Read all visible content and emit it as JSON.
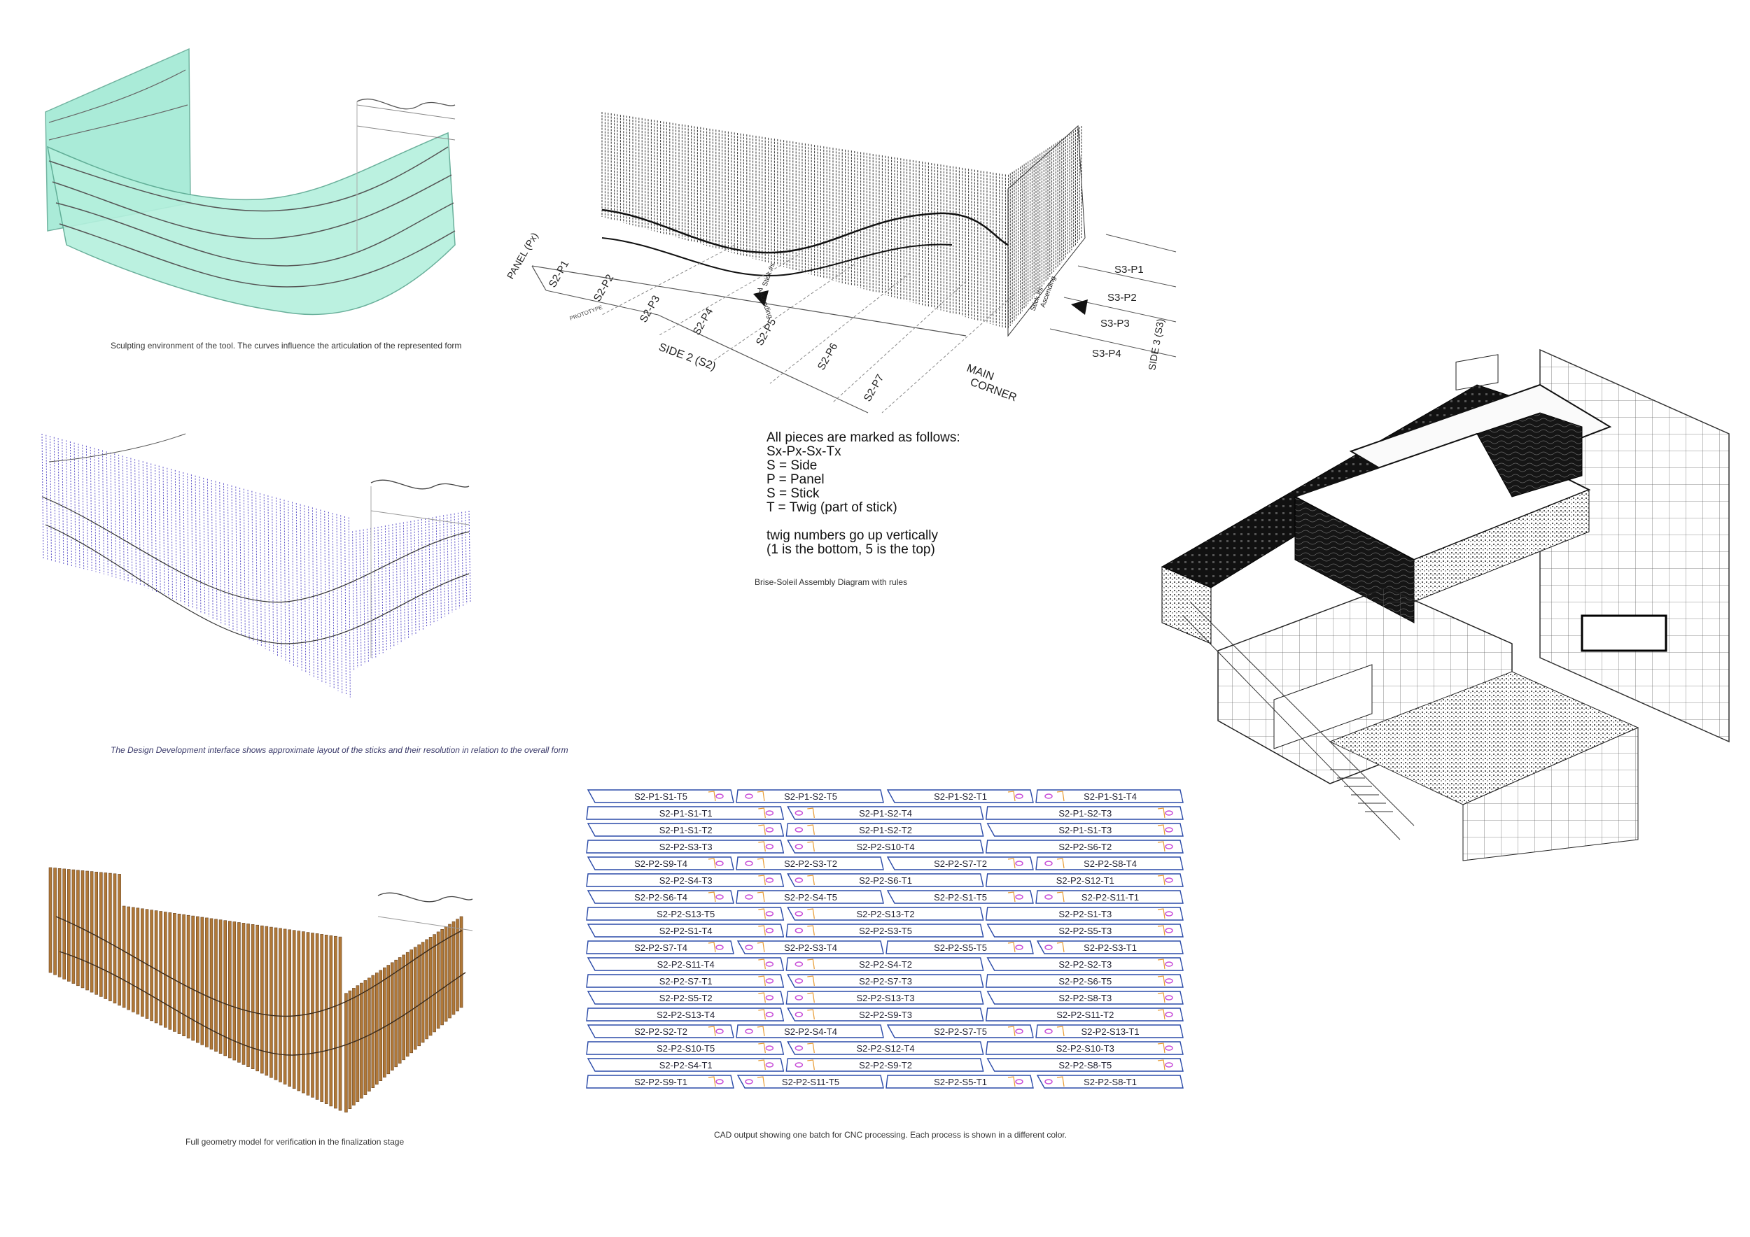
{
  "captions": {
    "sculpting": "Sculpting environment of the tool.  The curves influence the articulation of the represented form",
    "design_dev": "The Design Development interface shows approximate layout of the sticks and their resolution in relation to the overall form",
    "full_geometry": "Full geometry model for verification in the finalization stage",
    "assembly": "Brise-Soleil Assembly Diagram with rules",
    "cad_output": "CAD output showing one batch for CNC processing.  Each process is shown in a different color."
  },
  "assembly_diagram": {
    "panel_axis": "PANEL (Px)",
    "prototype": "PROTOTYPE",
    "side2_label": "SIDE 2  (S2)",
    "side3_label": "SIDE 3  (S3)",
    "main_corner": [
      "MAIN",
      "CORNER"
    ],
    "stick_ascending": [
      "Stick #s",
      "Ascending"
    ],
    "side2_panels": [
      "S2-P1",
      "S2-P2",
      "S2-P3",
      "S2-P4",
      "S2-P5",
      "S2-P6",
      "S2-P7"
    ],
    "side3_panels": [
      "S3-P1",
      "S3-P2",
      "S3-P3",
      "S3-P4"
    ]
  },
  "rules": [
    "All pieces are marked as follows:",
    "Sx-Px-Sx-Tx",
    "S = Side",
    "P = Panel",
    "S = Stick",
    "T = Twig (part of stick)",
    "",
    "twig numbers go up vertically",
    "(1 is the bottom, 5 is the top)"
  ],
  "cnc_rows": [
    [
      "S2-P1-S1-T5",
      "S2-P1-S2-T5",
      "S2-P1-S2-T1",
      "S2-P1-S1-T4"
    ],
    [
      "S2-P1-S1-T1",
      "S2-P1-S2-T4",
      "S2-P1-S2-T3"
    ],
    [
      "S2-P1-S1-T2",
      "S2-P1-S2-T2",
      "S2-P1-S1-T3"
    ],
    [
      "S2-P2-S3-T3",
      "S2-P2-S10-T4",
      "S2-P2-S6-T2"
    ],
    [
      "S2-P2-S9-T4",
      "S2-P2-S3-T2",
      "S2-P2-S7-T2",
      "S2-P2-S8-T4"
    ],
    [
      "S2-P2-S4-T3",
      "S2-P2-S6-T1",
      "S2-P2-S12-T1"
    ],
    [
      "S2-P2-S6-T4",
      "S2-P2-S4-T5",
      "S2-P2-S1-T5",
      "S2-P2-S11-T1"
    ],
    [
      "S2-P2-S13-T5",
      "S2-P2-S13-T2",
      "S2-P2-S1-T3"
    ],
    [
      "S2-P2-S1-T4",
      "S2-P2-S3-T5",
      "S2-P2-S5-T3"
    ],
    [
      "S2-P2-S7-T4",
      "S2-P2-S3-T4",
      "S2-P2-S5-T5",
      "S2-P2-S3-T1"
    ],
    [
      "S2-P2-S11-T4",
      "S2-P2-S4-T2",
      "S2-P2-S2-T3"
    ],
    [
      "S2-P2-S7-T1",
      "S2-P2-S7-T3",
      "S2-P2-S6-T5"
    ],
    [
      "S2-P2-S5-T2",
      "S2-P2-S13-T3",
      "S2-P2-S8-T3"
    ],
    [
      "S2-P2-S13-T4",
      "S2-P2-S9-T3",
      "S2-P2-S11-T2"
    ],
    [
      "S2-P2-S2-T2",
      "S2-P2-S4-T4",
      "S2-P2-S7-T5",
      "S2-P2-S13-T1"
    ],
    [
      "S2-P2-S10-T5",
      "S2-P2-S12-T4",
      "S2-P2-S10-T3"
    ],
    [
      "S2-P2-S4-T1",
      "S2-P2-S9-T2",
      "S2-P2-S8-T5"
    ],
    [
      "S2-P2-S9-T1",
      "S2-P2-S11-T5",
      "S2-P2-S5-T1",
      "S2-P2-S8-T1"
    ]
  ],
  "colors": {
    "teal_surface": "#7fe0c8",
    "purple_sticks": "#5a4fc8",
    "wood": "#b07838",
    "cnc_outline": "#2a4aa8",
    "cnc_ellipse": "#c84fd8",
    "cnc_orange": "#e89a30"
  }
}
